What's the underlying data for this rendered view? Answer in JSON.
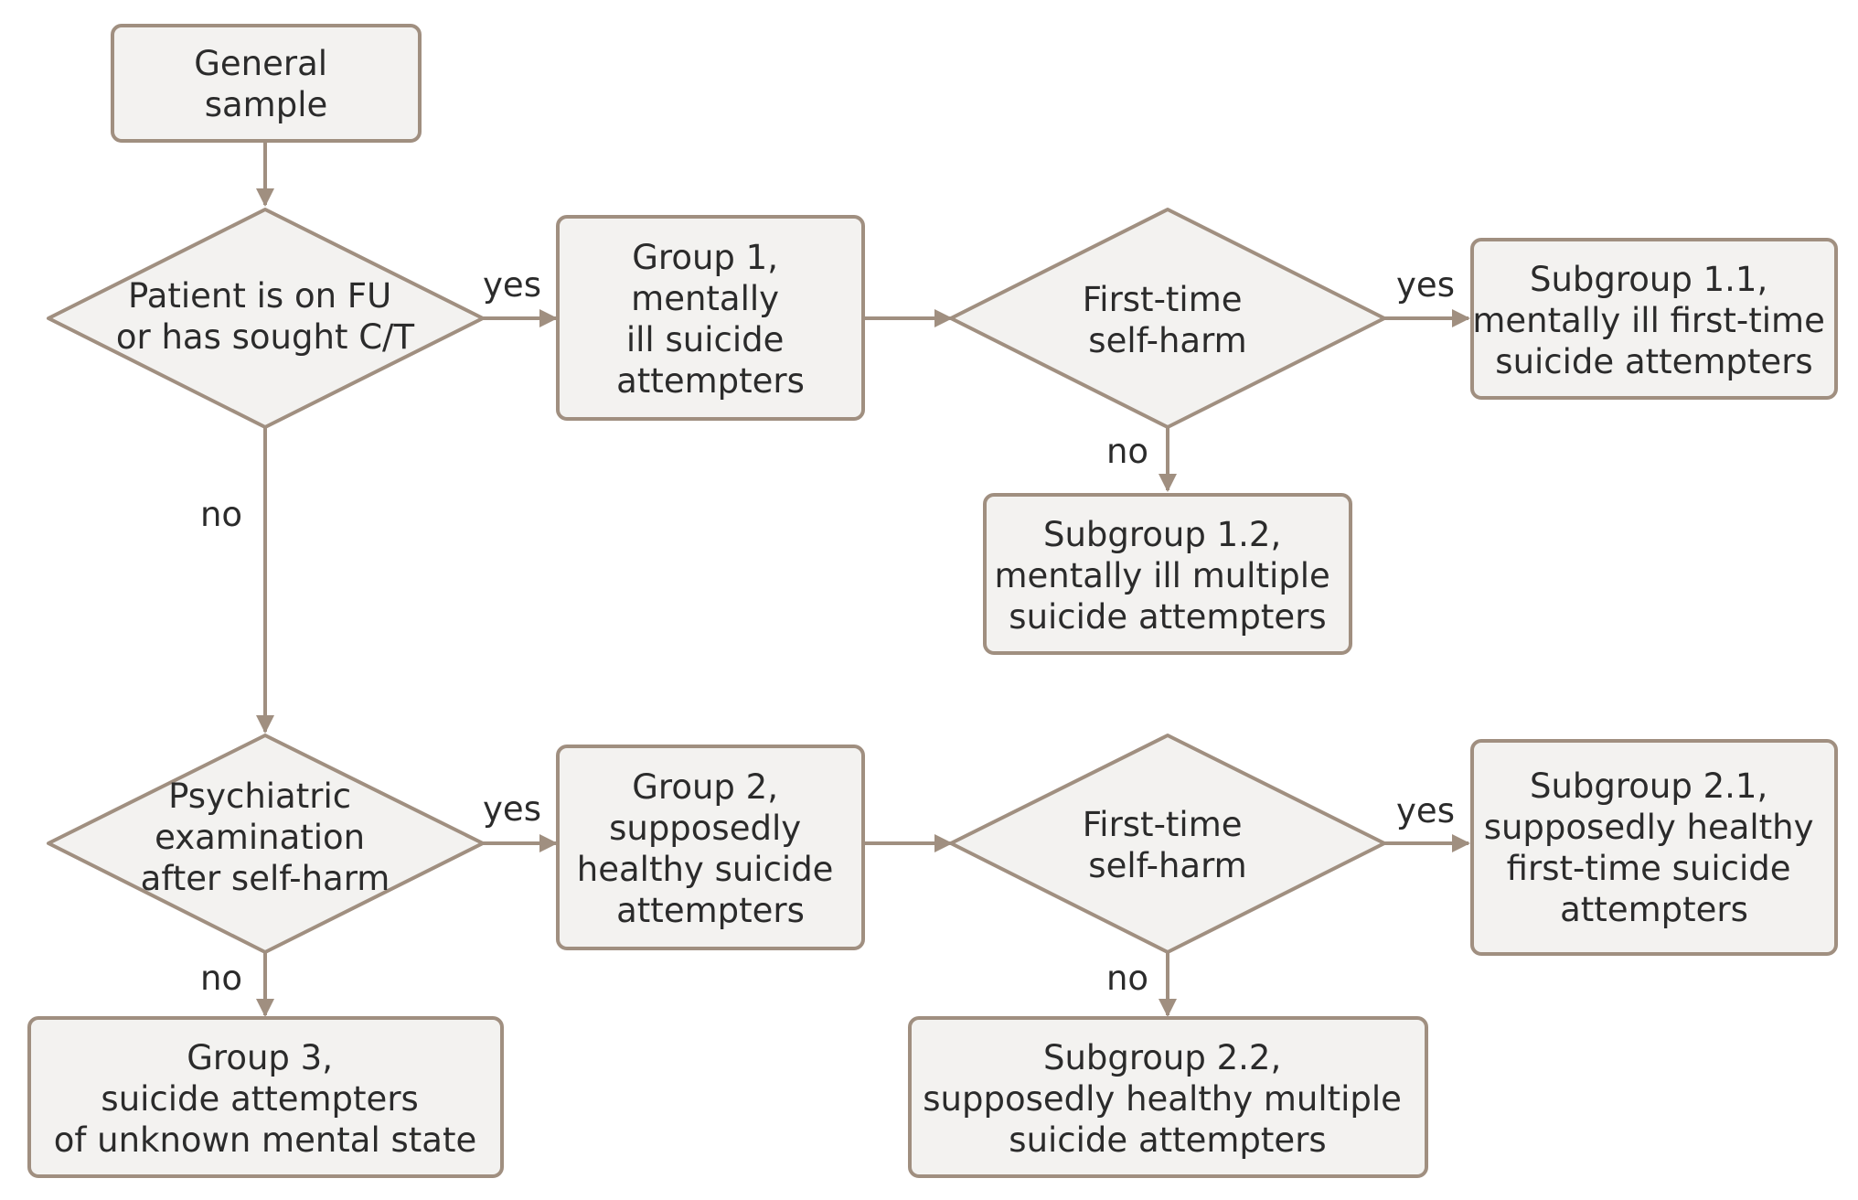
{
  "nodes": {
    "general_sample": [
      "General",
      "sample"
    ],
    "decision_fu": [
      "Patient is on FU",
      "or has sought C/T"
    ],
    "group1": [
      "Group 1,",
      "mentally",
      "ill suicide",
      "attempters"
    ],
    "decision_first_time_1": [
      "First-time",
      "self-harm"
    ],
    "subgroup_1_1": [
      "Subgroup 1.1,",
      "mentally ill first-time",
      "suicide attempters"
    ],
    "subgroup_1_2": [
      "Subgroup 1.2,",
      "mentally ill multiple",
      "suicide attempters"
    ],
    "decision_psych": [
      "Psychiatric",
      "examination",
      "after self-harm"
    ],
    "group2": [
      "Group 2,",
      "supposedly",
      "healthy suicide",
      "attempters"
    ],
    "decision_first_time_2": [
      "First-time",
      "self-harm"
    ],
    "subgroup_2_1": [
      "Subgroup 2.1,",
      "supposedly healthy",
      "first-time suicide",
      "attempters"
    ],
    "subgroup_2_2": [
      "Subgroup 2.2,",
      "supposedly healthy multiple",
      "suicide attempters"
    ],
    "group3": [
      "Group 3,",
      "suicide attempters",
      "of unknown mental state"
    ]
  },
  "edge_labels": {
    "fu_yes": "yes",
    "fu_no": "no",
    "first1_yes": "yes",
    "first1_no": "no",
    "psych_yes": "yes",
    "psych_no": "no",
    "first2_yes": "yes",
    "first2_no": "no"
  },
  "colors": {
    "node_fill": "#f3f2f0",
    "stroke": "#a08f80",
    "text": "#2b2b2b"
  }
}
